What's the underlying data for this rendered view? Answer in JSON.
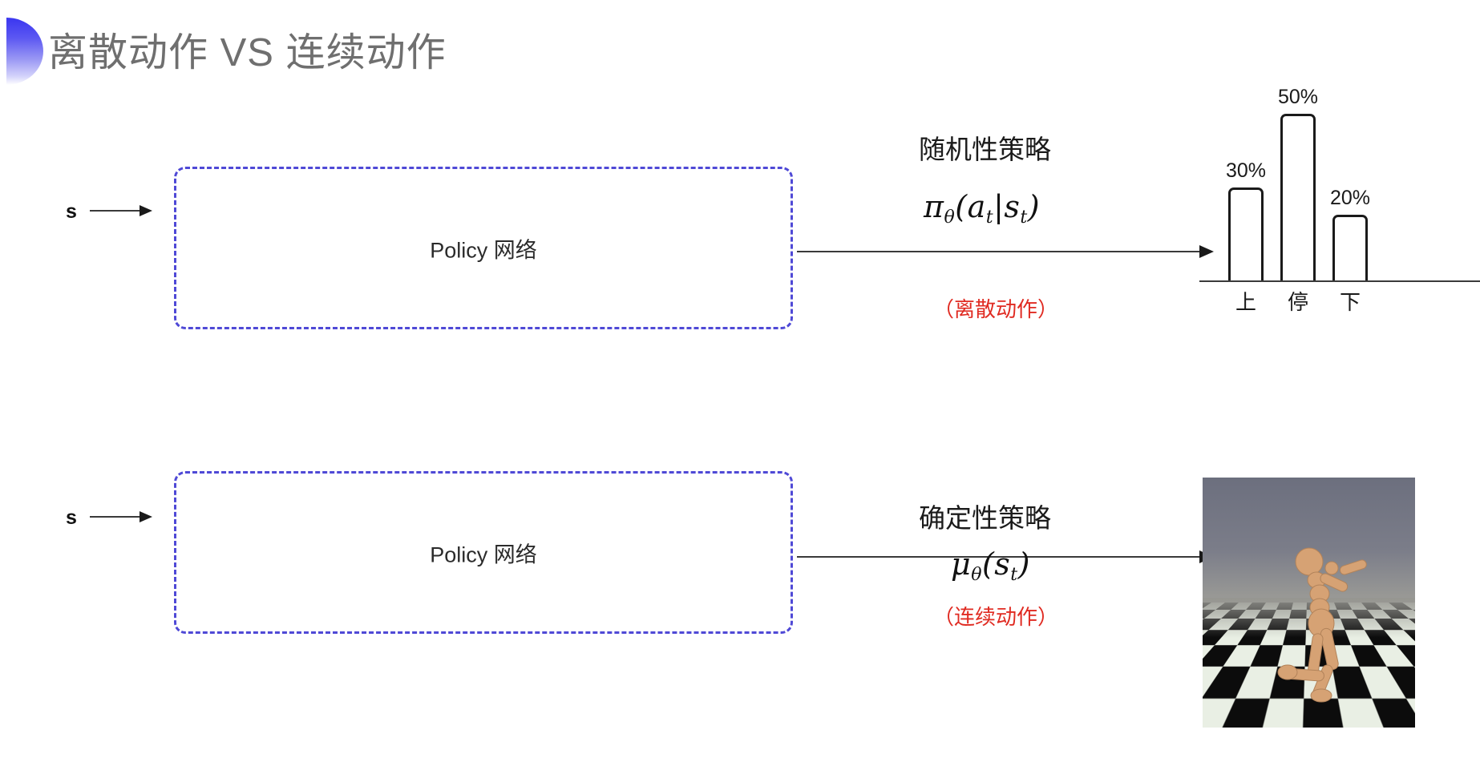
{
  "header": {
    "title": "离散动作 VS 连续动作",
    "logo": "half-circle-gradient",
    "title_color": "#6f6f6f",
    "logo_color": "#3a36f0"
  },
  "rows": [
    {
      "state_label": "s",
      "box_label": "Policy 网络",
      "policy_name": "随机性策略",
      "formula_main": "π",
      "formula_sub": "θ",
      "formula_tail": "(a",
      "formula_sub2": "t",
      "formula_mid": "|s",
      "formula_sub3": "t",
      "formula_end": ")",
      "note": "（离散动作）",
      "note_color": "#e02b22",
      "output_kind": "bar-chart"
    },
    {
      "state_label": "s",
      "box_label": "Policy 网络",
      "policy_name": "确定性策略",
      "formula_main": "μ",
      "formula_sub": "θ",
      "formula_tail": "(s",
      "formula_sub2": "t",
      "formula_end": ")",
      "note": "（连续动作）",
      "note_color": "#e02b22",
      "output_kind": "humanoid-simulation"
    }
  ],
  "chart_data": {
    "type": "bar",
    "categories": [
      "上",
      "停",
      "下"
    ],
    "values": [
      30,
      50,
      20
    ],
    "value_labels": [
      "30%",
      "50%",
      "20%"
    ],
    "title": "",
    "xlabel": "",
    "ylabel": "",
    "ylim": [
      0,
      60
    ],
    "grid": false,
    "legend": "none",
    "bar_fill": "#ffffff",
    "bar_stroke": "#1a1a1a"
  },
  "simulation": {
    "name": "humanoid-mujoco-frame",
    "description": "3D humanoid figure on checkerboard floor"
  },
  "colors": {
    "box_border": "#4f49d6",
    "arrow": "#3a3a3a",
    "red_note": "#e02b22"
  }
}
